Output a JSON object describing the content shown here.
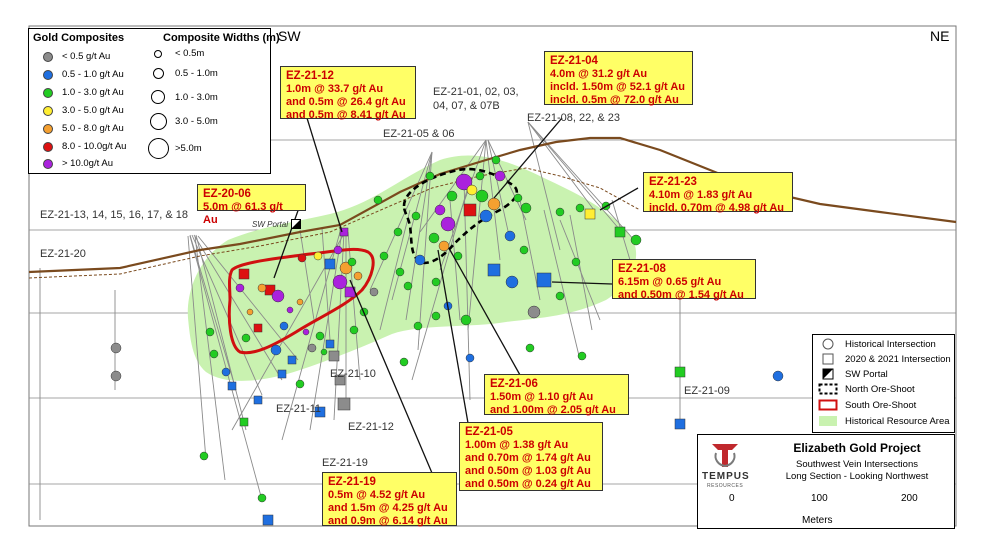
{
  "directions": {
    "sw": "SW",
    "ne": "NE"
  },
  "gold_legend": {
    "title": "Gold Composites",
    "items": [
      {
        "label": "< 0.5 g/t Au",
        "color": "#8c8c8c"
      },
      {
        "label": "0.5 - 1.0 g/t Au",
        "color": "#1f6fe0"
      },
      {
        "label": "1.0 - 3.0 g/t Au",
        "color": "#22cc22"
      },
      {
        "label": "3.0 - 5.0 g/t Au",
        "color": "#ffee33"
      },
      {
        "label": "5.0 - 8.0 g/t Au",
        "color": "#f5a030"
      },
      {
        "label": "8.0 - 10.0g/t Au",
        "color": "#dd1111"
      },
      {
        "label": "> 10.0g/t Au",
        "color": "#aa22dd"
      }
    ]
  },
  "width_legend": {
    "title": "Composite Widths (m)",
    "items": [
      {
        "label": "< 0.5m"
      },
      {
        "label": "0.5 - 1.0m"
      },
      {
        "label": "1.0 - 3.0m"
      },
      {
        "label": "3.0 - 5.0m"
      },
      {
        "label": ">5.0m"
      }
    ]
  },
  "symbol_key": {
    "items": [
      {
        "label": "Historical Intersection",
        "icon": "circle"
      },
      {
        "label": "2020 & 2021 Intersection",
        "icon": "square"
      },
      {
        "label": "SW Portal",
        "icon": "portal"
      },
      {
        "label": "North Ore-Shoot",
        "icon": "dashed-box"
      },
      {
        "label": "South Ore-Shoot",
        "icon": "red-box"
      },
      {
        "label": "Historical Resource Area",
        "icon": "green-box"
      }
    ]
  },
  "colors": {
    "resource_area": "#c9f2b0",
    "topography": "#7a4a1e",
    "south_shoot": "#d01010",
    "north_shoot": "#000000",
    "callout_fill": "#ffff66",
    "callout_text": "#cc0000"
  },
  "hole_labels": {
    "ez21_01_line1": "EZ-21-01, 02, 03,",
    "ez21_01_line2": "04, 07, & 07B",
    "ez21_08_22_23": "EZ-21-08, 22, & 23",
    "ez21_05_06": "EZ-21-05 & 06",
    "ez21_13_18": "EZ-21-13, 14, 15, 16, 17, & 18",
    "ez21_20": "EZ-21-20",
    "ez21_10": "EZ-21-10",
    "ez21_11": "EZ-21-11",
    "ez21_12": "EZ-21-12",
    "ez21_19": "EZ-21-19",
    "ez21_09": "EZ-21-09",
    "sw_portal": "SW Portal"
  },
  "callouts": {
    "ez21_12": {
      "title": "EZ-21-12",
      "lines": [
        "1.0m @ 33.7 g/t Au",
        "and 0.5m @ 26.4 g/t Au",
        "and 0.5m @ 8.41 g/t Au"
      ]
    },
    "ez21_04": {
      "title": "EZ-21-04",
      "lines": [
        "4.0m @ 31.2 g/t Au",
        "incld. 1.50m @ 52.1 g/t Au",
        "incld. 0.5m @ 72.0 g/t Au"
      ]
    },
    "ez20_06": {
      "title": "EZ-20-06",
      "lines": [
        "5.0m @ 61.3 g/t Au"
      ]
    },
    "ez21_23": {
      "title": "EZ-21-23",
      "lines": [
        "4.10m @ 1.83 g/t Au",
        "incld. 0.70m @ 4.98 g/t Au"
      ]
    },
    "ez21_08": {
      "title": "EZ-21-08",
      "lines": [
        "6.15m @ 0.65 g/t Au",
        "and 0.50m @ 1.54 g/t Au"
      ]
    },
    "ez21_06": {
      "title": "EZ-21-06",
      "lines": [
        "1.50m @ 1.10 g/t Au",
        "and 1.00m @ 2.05 g/t Au"
      ]
    },
    "ez21_05": {
      "title": "EZ-21-05",
      "lines": [
        "1.00m @ 1.38 g/t Au",
        "and 0.70m @ 1.74 g/t Au",
        "and 0.50m @ 1.03 g/t Au",
        "and 0.50m @ 0.24 g/t Au"
      ]
    },
    "ez21_19": {
      "title": "EZ-21-19",
      "lines": [
        "0.5m @ 4.52 g/t Au",
        "and 1.5m @ 4.25 g/t Au",
        "and 0.9m @ 6.14 g/t Au"
      ]
    }
  },
  "title_block": {
    "logo_text": "TEMPUS",
    "logo_subtext": "RESOURCES",
    "project": "Elizabeth Gold Project",
    "subtitle1": "Southwest Vein Intersections",
    "subtitle2": "Long Section - Looking Northwest",
    "scale_ticks": [
      "0",
      "100",
      "200"
    ],
    "scale_unit": "Meters"
  }
}
